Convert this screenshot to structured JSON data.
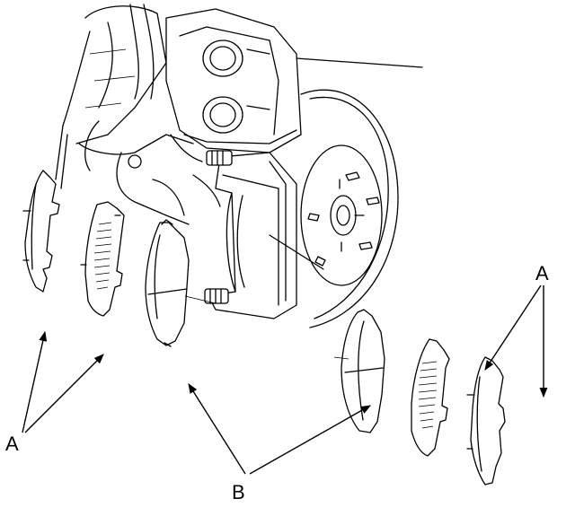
{
  "labels": {
    "a_left": "A",
    "a_right": "A",
    "b": "B"
  },
  "style": {
    "line_color": "#000000",
    "background": "#ffffff"
  }
}
